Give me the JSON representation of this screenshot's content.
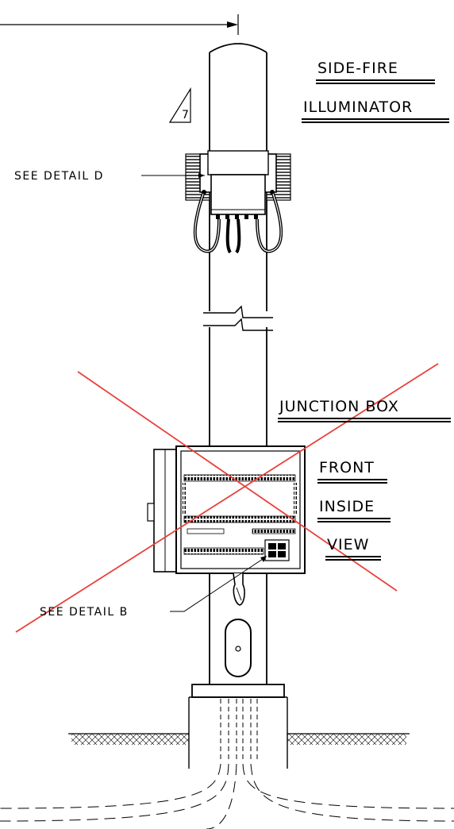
{
  "labels": {
    "side_fire_line1": "SIDE-FIRE",
    "side_fire_line2": "ILLUMINATOR",
    "junction_box": "JUNCTION BOX",
    "front": "FRONT",
    "inside": "INSIDE",
    "view": "VIEW",
    "detail_d": "SEE DETAIL D",
    "detail_b": "SEE DETAIL B",
    "revision_number": "7"
  },
  "colors": {
    "line": "#000000",
    "strike_out": "#e8413c",
    "background": "#ffffff"
  },
  "icons": {
    "revision_marker": "triangle-revision-icon",
    "break_symbol": "pole-break-icon"
  }
}
